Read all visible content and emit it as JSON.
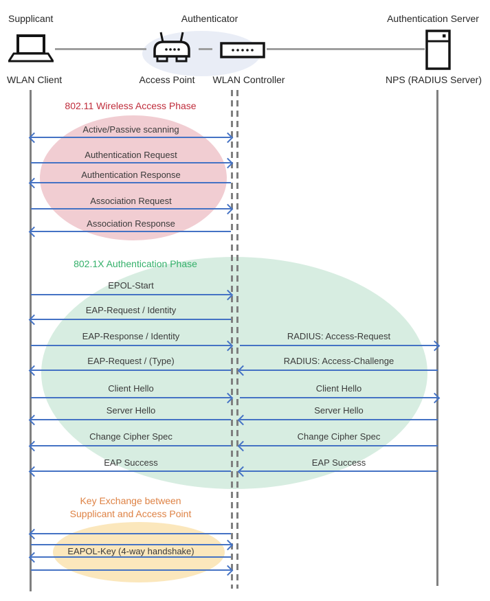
{
  "diagram": {
    "roles": {
      "supplicant": "Supplicant",
      "authenticator": "Authenticator",
      "auth_server": "Authentication Server"
    },
    "devices": {
      "wlan_client": "WLAN Client",
      "access_point": "Access Point",
      "wlan_controller": "WLAN Controller",
      "nps": "NPS (RADIUS Server)"
    },
    "icons": {
      "supplicant": "laptop-icon",
      "access_point": "wireless-router-icon",
      "wlan_controller": "controller-icon",
      "auth_server": "server-icon"
    },
    "phases": {
      "p80211": {
        "title": "802.11 Wireless Access Phase",
        "text_color": "#BF2B3A",
        "fill": "#F1CDD2"
      },
      "p8021x": {
        "title": "802.1X Authentication Phase",
        "text_color": "#34B06A",
        "fill": "#D7EDE1"
      },
      "key_exchange": {
        "title_line1": "Key Exchange between",
        "title_line2": "Supplicant and Access Point",
        "text_color": "#DE8244",
        "fill": "#FBE7BC"
      }
    },
    "colors": {
      "arrow": "#4472C4",
      "lifeline": "#7F7F7F",
      "connector": "#9E9E9E",
      "authenticator_ellipse": "#E9EDF6"
    },
    "messages_left": [
      {
        "label": "Active/Passive scanning",
        "direction": "both"
      },
      {
        "label": "Authentication Request",
        "direction": "right"
      },
      {
        "label": "Authentication Response",
        "direction": "left"
      },
      {
        "label": "Association Request",
        "direction": "right"
      },
      {
        "label": "Association Response",
        "direction": "left"
      },
      {
        "label": "EPOL-Start",
        "direction": "right"
      },
      {
        "label": "EAP-Request / Identity",
        "direction": "left"
      },
      {
        "label": "EAP-Response / Identity",
        "direction": "right"
      },
      {
        "label": "EAP-Request / (Type)",
        "direction": "left"
      },
      {
        "label": "Client Hello",
        "direction": "right"
      },
      {
        "label": "Server Hello",
        "direction": "left"
      },
      {
        "label": "Change Cipher Spec",
        "direction": "left"
      },
      {
        "label": "EAP Success",
        "direction": "left"
      },
      {
        "label": "",
        "direction": "left"
      },
      {
        "label": "",
        "direction": "right"
      },
      {
        "label": "EAPOL-Key (4-way handshake)",
        "direction": "left"
      },
      {
        "label": "",
        "direction": "right"
      }
    ],
    "messages_right": [
      {
        "label": "RADIUS: Access-Request",
        "direction": "right"
      },
      {
        "label": "RADIUS: Access-Challenge",
        "direction": "left"
      },
      {
        "label": "Client Hello",
        "direction": "right"
      },
      {
        "label": "Server Hello",
        "direction": "left"
      },
      {
        "label": "Change Cipher Spec",
        "direction": "left"
      },
      {
        "label": "EAP Success",
        "direction": "left"
      }
    ]
  }
}
